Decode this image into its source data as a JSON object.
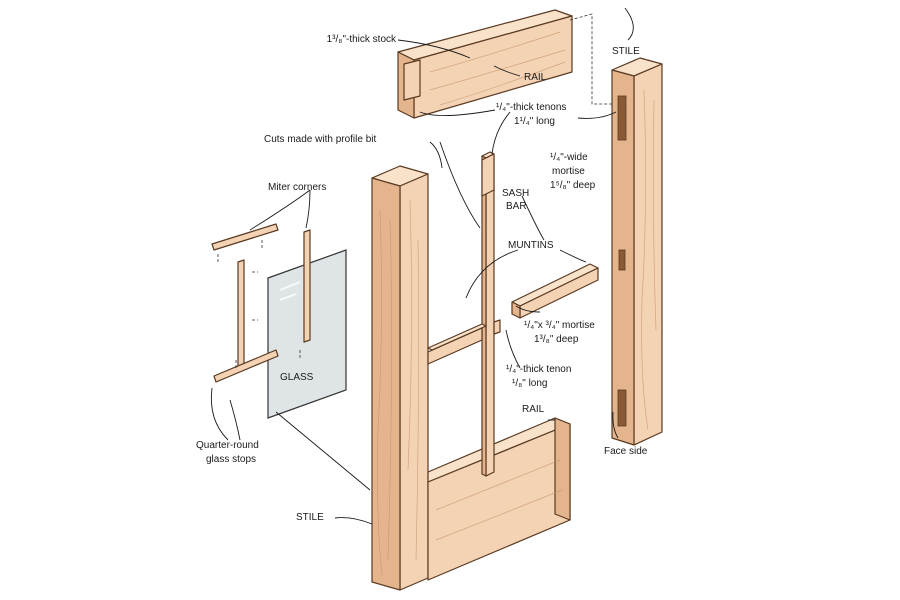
{
  "labels": {
    "stock": "1³/₈\"-thick stock",
    "rail_top": "RAIL",
    "stile_right": "STILE",
    "tenons_line1": "¹/₄\"-thick tenons",
    "tenons_line2": "1¹/₄\" long",
    "profile_bit": "Cuts made with profile bit",
    "wide_mortise_line1": "¹/₄\"-wide",
    "wide_mortise_line2": "mortise",
    "wide_mortise_line3": "1⁵/₈\" deep",
    "miter": "Miter corners",
    "sash_line1": "SASH",
    "sash_line2": "BAR",
    "muntins": "MUNTINS",
    "small_mortise_line1": "¹/₄\"x ³/₄\" mortise",
    "small_mortise_line2": "1³/₈\" deep",
    "glass": "GLASS",
    "tenon_line1": "¹/₄\"-thick tenon",
    "tenon_line2": "¹/₈\" long",
    "rail_bottom": "RAIL",
    "face_side": "Face side",
    "stops_line1": "Quarter-round",
    "stops_line2": "glass stops",
    "stile_left": "STILE"
  }
}
